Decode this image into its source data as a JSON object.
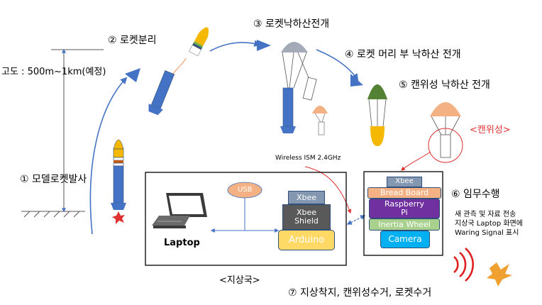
{
  "stages": {
    "s1": "① 모델로켓발사",
    "s2": "② 로켓분리",
    "s3": "③ 로켓낙하산전개",
    "s4": "④ 로켓 머리 부 낙하산 전개",
    "s5": "⑤ 캔위성 낙하산 전개",
    "s6": "⑥ 임무수행",
    "s7": "⑦ 지상착지, 캔위성수거, 로켓수거"
  },
  "altitude_label": "고도 : 500m~1km(예정)",
  "wireless_label": "Wireless ISM 2.4GHz",
  "cansat_label": "<캔위성>",
  "ground_station_label": "<지상국>",
  "laptop_label": "Laptop",
  "usb_label": "USB",
  "ground_stack": {
    "xbee": "Xbee",
    "xbee_shield": "Xbee\nShield",
    "arduino": "Arduino"
  },
  "cansat_stack": {
    "xbee": "Xbee",
    "bread_board": "Bread Board",
    "raspberry_pi": "Raspberry\nPi",
    "inertia_wheel": "Inertia Wheel",
    "camera": "Camera"
  },
  "mission_notes": [
    "새 관측 및 자료 전송",
    "지상국 Laptop 화면에",
    "Waring Signal 표시"
  ],
  "colors": {
    "rocket_blue": "#4472c4",
    "arrow_blue": "#4472c4",
    "nose_yellow": "#f5b800",
    "nose_green": "#548235",
    "canopy_grey": "#a5aab8",
    "canopy_orange": "#f4b183",
    "cansat_red": "#e03030",
    "xbee": "#8497b0",
    "xbee_shield": "#595959",
    "arduino": "#ffd966",
    "usb": "#f4b183",
    "bread_board": "#f4b183",
    "raspberry_pi": "#7030a0",
    "inertia_wheel": "#a9d18e",
    "camera": "#00b0f0",
    "signal": "#e02020",
    "bird": "#f0a030"
  }
}
